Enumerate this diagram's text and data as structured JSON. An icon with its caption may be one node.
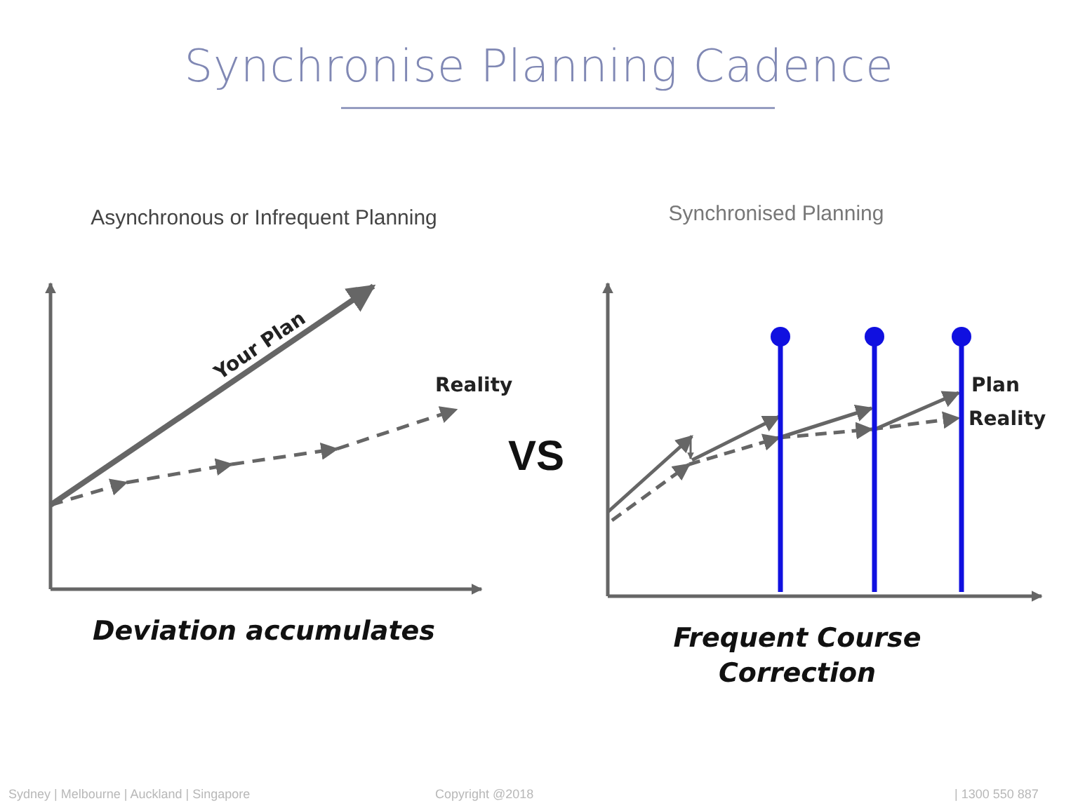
{
  "diagram": {
    "title": "Synchronise Planning Cadence",
    "labels": [
      "Asynchronous or Infrequent Planning",
      "Synchronised Planning",
      "Your Plan",
      "Reality",
      "Plan",
      "Reality",
      "VS",
      "Deviation accumulates",
      "Frequent Course Correction",
      "Sydney | Melbourne | Auckland | Singapore",
      "Copyright @2018",
      "| 1300 550 887"
    ]
  }
}
